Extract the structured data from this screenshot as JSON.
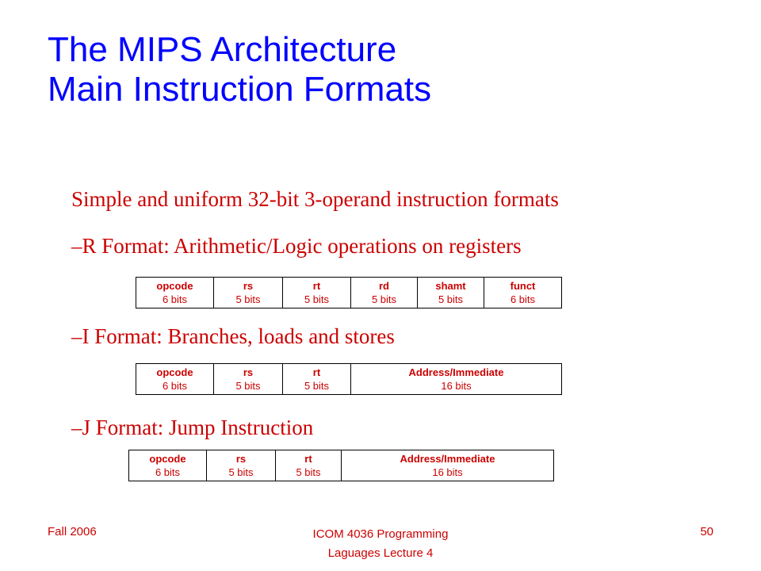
{
  "title": {
    "line1": "The MIPS Architecture",
    "line2": "Main Instruction Formats"
  },
  "intro": "Simple and uniform 32-bit 3-operand instruction formats",
  "formats": [
    {
      "heading": "–R Format: Arithmetic/Logic operations on registers",
      "fields": [
        {
          "name": "opcode",
          "bits": "6 bits"
        },
        {
          "name": "rs",
          "bits": "5 bits"
        },
        {
          "name": "rt",
          "bits": "5 bits"
        },
        {
          "name": "rd",
          "bits": "5 bits"
        },
        {
          "name": "shamt",
          "bits": "5 bits"
        },
        {
          "name": "funct",
          "bits": "6 bits"
        }
      ]
    },
    {
      "heading": "–I Format: Branches, loads and stores",
      "fields": [
        {
          "name": "opcode",
          "bits": "6 bits"
        },
        {
          "name": "rs",
          "bits": "5 bits"
        },
        {
          "name": "rt",
          "bits": "5 bits"
        },
        {
          "name": "Address/Immediate",
          "bits": "16 bits"
        }
      ]
    },
    {
      "heading": "–J Format: Jump Instruction",
      "fields": [
        {
          "name": "opcode",
          "bits": "6 bits"
        },
        {
          "name": "rs",
          "bits": "5 bits"
        },
        {
          "name": "rt",
          "bits": "5 bits"
        },
        {
          "name": "Address/Immediate",
          "bits": "16 bits"
        }
      ]
    }
  ],
  "footer": {
    "left": "Fall 2006",
    "center_line1": "ICOM 4036 Programming",
    "center_line2": "Laguages  Lecture 4",
    "page_number": "50"
  }
}
